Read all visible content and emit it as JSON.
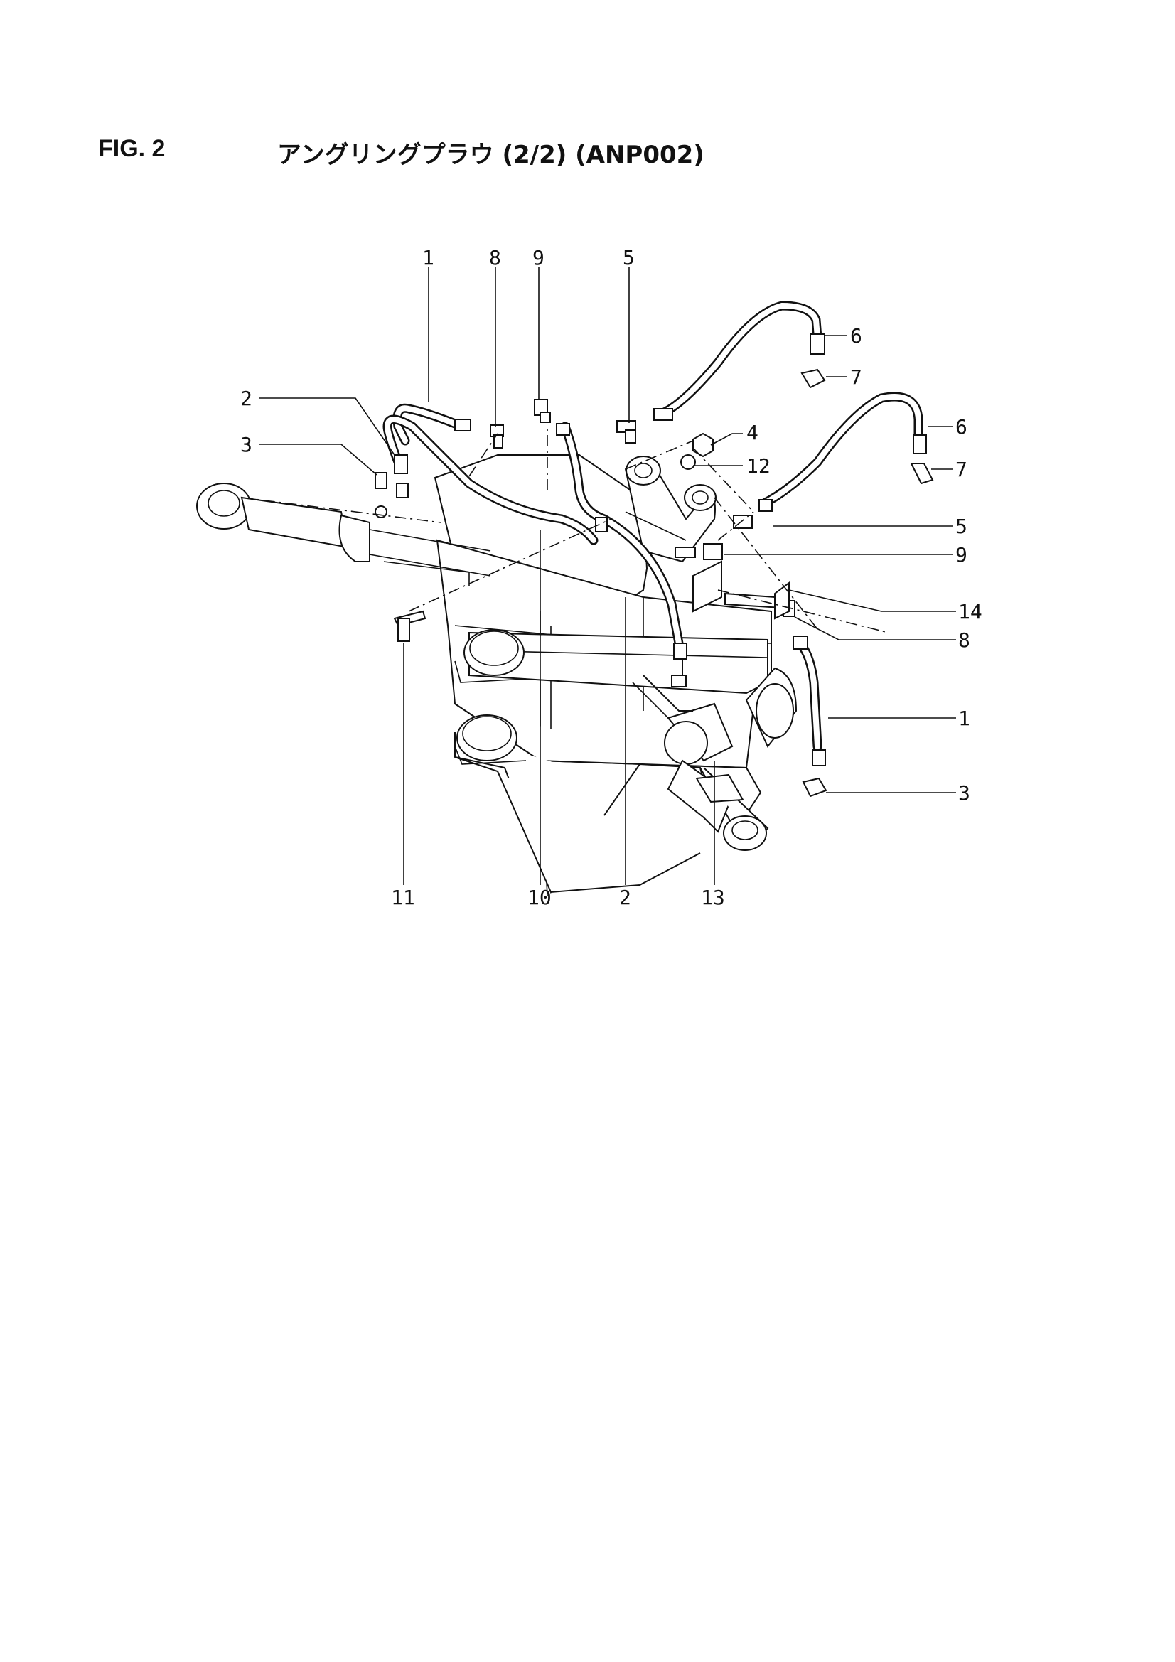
{
  "header": {
    "fig_label": "FIG. 2",
    "title": "アングリングプラウ (2/2) (ANP002)"
  },
  "callouts": {
    "c1_top": "1",
    "c8_top": "8",
    "c9_top": "9",
    "c5_top": "5",
    "c6_a": "6",
    "c7_a": "7",
    "c6_b": "6",
    "c7_b": "7",
    "c4": "4",
    "c12": "12",
    "c2_left": "2",
    "c3_left": "3",
    "c5_right": "5",
    "c9_right": "9",
    "c14": "14",
    "c8_right": "8",
    "c1_right": "1",
    "c3_right": "3",
    "c11": "11",
    "c10": "10",
    "c2_bottom": "2",
    "c13": "13"
  }
}
